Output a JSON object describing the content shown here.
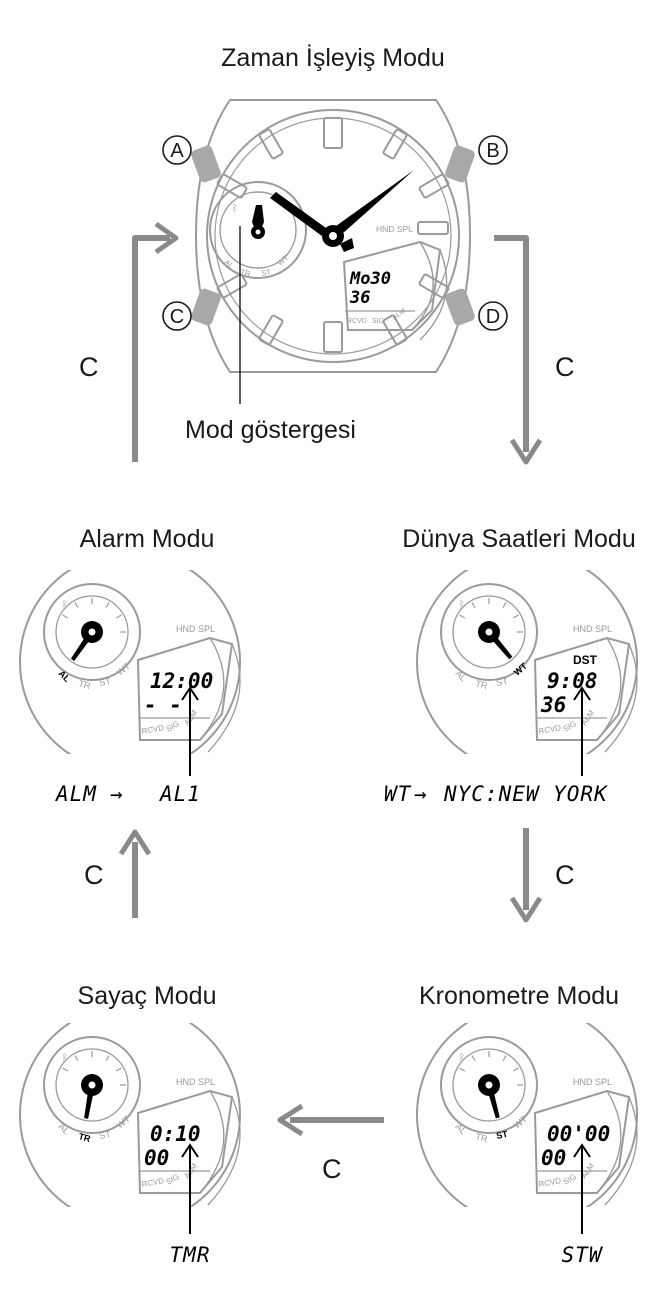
{
  "main": {
    "title": "Zaman İşleyiş Modu",
    "buttons": {
      "a": "A",
      "b": "B",
      "c": "C",
      "d": "D"
    },
    "dial": {
      "hnd_spl": "HND SPL",
      "lcd_line1": "Mo30",
      "lcd_line2": "36",
      "mode_labels": [
        "AL",
        "TR",
        "ST",
        "WT"
      ],
      "arc_labels": [
        "RCVD",
        "SIG",
        "ALM"
      ]
    },
    "callout": "Mod göstergesi"
  },
  "arrow_label": "C",
  "modes": {
    "alarm": {
      "title": "Alarm Modu",
      "active": "AL",
      "lcd_top": "",
      "lcd_line1": "12:00",
      "lcd_line2": "- -",
      "code_from": "ALM",
      "code_to": "AL1"
    },
    "world": {
      "title": "Dünya Saatleri Modu",
      "active": "WT",
      "lcd_top": "DST",
      "lcd_line1": "9:08",
      "lcd_line2": "36",
      "code_from": "WT",
      "code_to": "NYC:NEW YORK"
    },
    "timer": {
      "title": "Sayaç Modu",
      "active": "TR",
      "lcd_top": "",
      "lcd_line1": "0:10",
      "lcd_line2": "00",
      "code": "TMR"
    },
    "stopwatch": {
      "title": "Kronometre Modu",
      "active": "ST",
      "lcd_top": "",
      "lcd_line1": "00'00",
      "lcd_line2": "00",
      "code": "STW"
    }
  },
  "colors": {
    "line": "#9a9a9a",
    "arrow": "#8a8a8a",
    "ink": "#1a1a1a"
  }
}
